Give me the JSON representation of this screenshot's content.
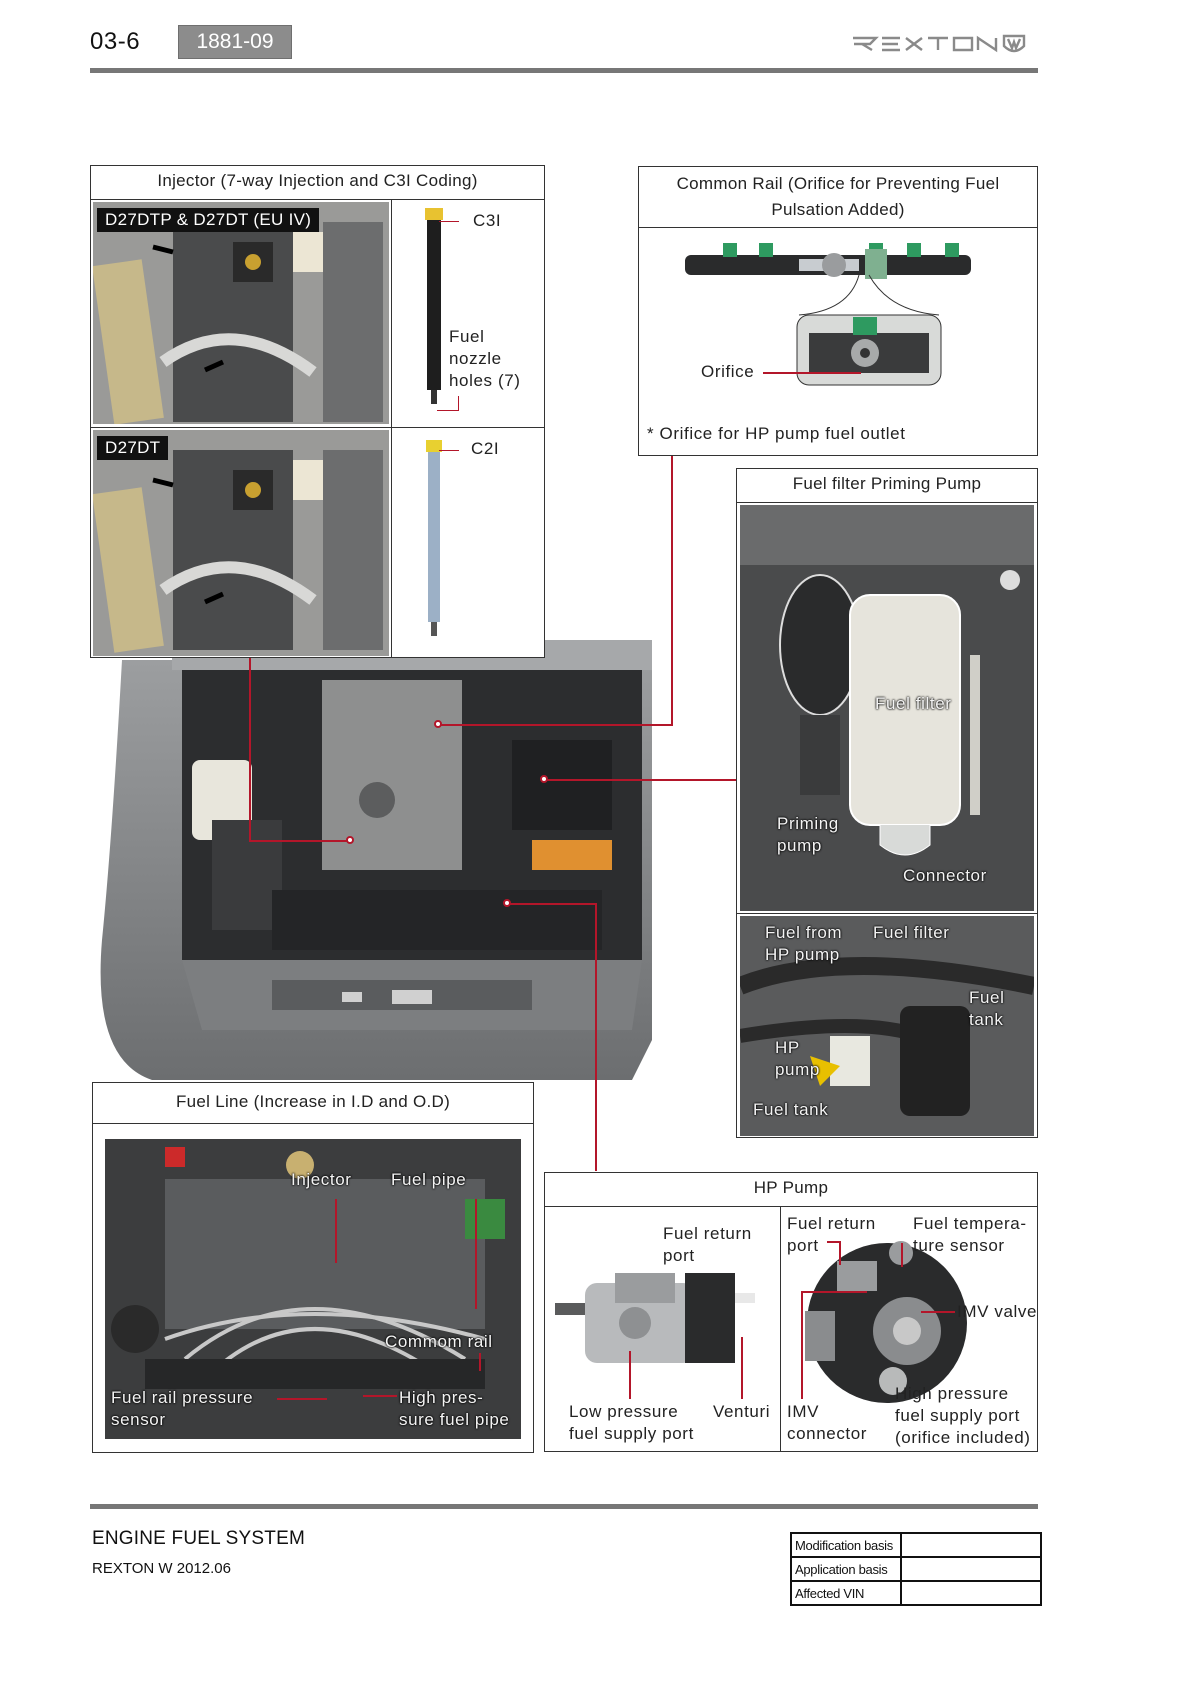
{
  "header": {
    "page_number": "03-6",
    "section_code": "1881-09",
    "brand_logo": "REXTON"
  },
  "injector": {
    "title": "Injector (7-way Injection and C3I Coding)",
    "variant1": "D27DTP & D27DT (EU IV)",
    "variant2": "D27DT",
    "label_c3i": "C3I",
    "label_nozzle": [
      "Fuel",
      "nozzle",
      "holes  (7)"
    ],
    "label_c2i": "C2I"
  },
  "common_rail": {
    "title_line1": "Common Rail (Orifice for Preventing Fuel",
    "title_line2": "Pulsation Added)",
    "label_orifice": "Orifice",
    "note": "* Orifice for HP pump fuel outlet"
  },
  "priming_pump": {
    "title": "Fuel filter Priming Pump",
    "label_fuel_filter": "Fuel filter",
    "label_priming": [
      "Priming",
      "pump"
    ],
    "label_connector": "Connector",
    "label_fuel_from": [
      "Fuel  from",
      "HP  pump"
    ],
    "label_fuel_filter2": "Fuel filter",
    "label_fuel_tank": [
      "Fuel",
      "tank"
    ],
    "label_hp_pump": [
      "HP",
      "pump"
    ],
    "label_fuel_tank2": "Fuel tank"
  },
  "fuel_line": {
    "title": "Fuel Line (Increase in I.D and O.D)",
    "label_injector": "Injector",
    "label_fuel_pipe": "Fuel  pipe",
    "label_common_rail": "Commom  rail",
    "label_rail_sensor": [
      "Fuel  rail  pressure",
      "sensor"
    ],
    "label_hp_pipe": [
      "High  pres-",
      "sure  fuel  pipe"
    ]
  },
  "hp_pump": {
    "title": "HP Pump",
    "label_return_left": [
      "Fuel  return",
      "port"
    ],
    "label_low_pressure": [
      "Low  pressure",
      "fuel  supply  port"
    ],
    "label_venturi": "Venturi",
    "label_return_right": [
      "Fuel  return",
      "port"
    ],
    "label_temp_sensor": [
      "Fuel  tempera-",
      "ture  sensor"
    ],
    "label_imv_valve": "IMV valve",
    "label_imv_connector": [
      "IMV",
      "connector"
    ],
    "label_high_pressure": [
      "High  pressure",
      "fuel  supply  port",
      "(orifice  included)"
    ]
  },
  "footer": {
    "title": "ENGINE FUEL SYSTEM",
    "subtitle": "REXTON W 2012.06",
    "table": [
      {
        "key": "Modification basis",
        "value": ""
      },
      {
        "key": "Application basis",
        "value": ""
      },
      {
        "key": "Affected VIN",
        "value": ""
      }
    ]
  }
}
